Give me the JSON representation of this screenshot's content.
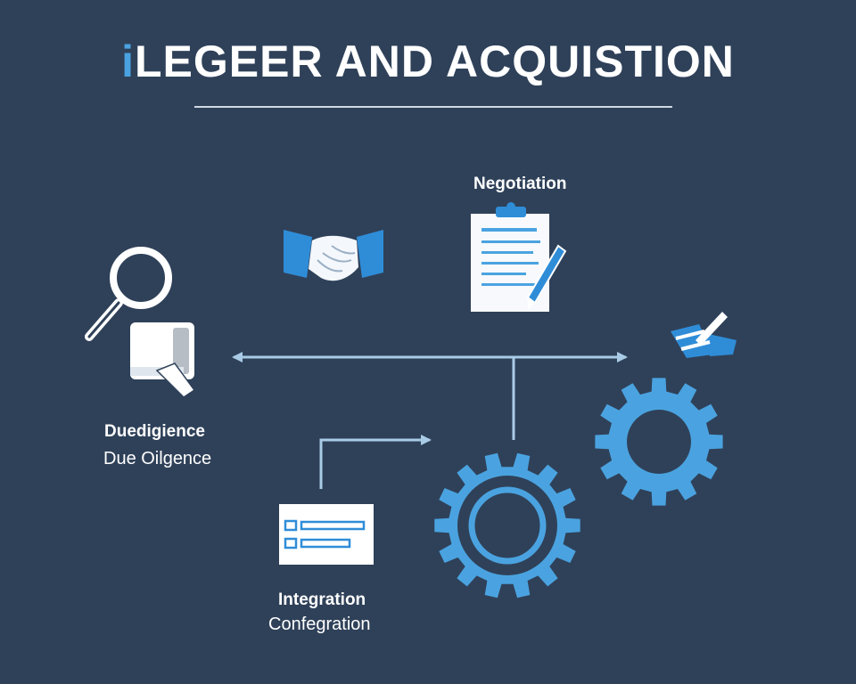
{
  "title": {
    "accent": "i",
    "main": "LEGEER AND ACQUISTION"
  },
  "steps": {
    "negotiation": {
      "label": "Negotiation"
    },
    "due_diligence": {
      "label": "Duedigience",
      "sublabel": "Due Oilgence"
    },
    "integration": {
      "label": "Integration",
      "sublabel": "Confegration"
    }
  },
  "icons": [
    "magnifier-icon",
    "tablet-icon",
    "handshake-icon",
    "clipboard-document-icon",
    "pen-icon",
    "handshake-small-icon",
    "gear-large-icon",
    "gear-small-icon",
    "form-card-icon",
    "arrow-left-icon",
    "arrow-right-icon"
  ],
  "colors": {
    "background": "#2f4159",
    "accent": "#4aa3e0",
    "line": "#a9cbe6",
    "white": "#ffffff"
  }
}
